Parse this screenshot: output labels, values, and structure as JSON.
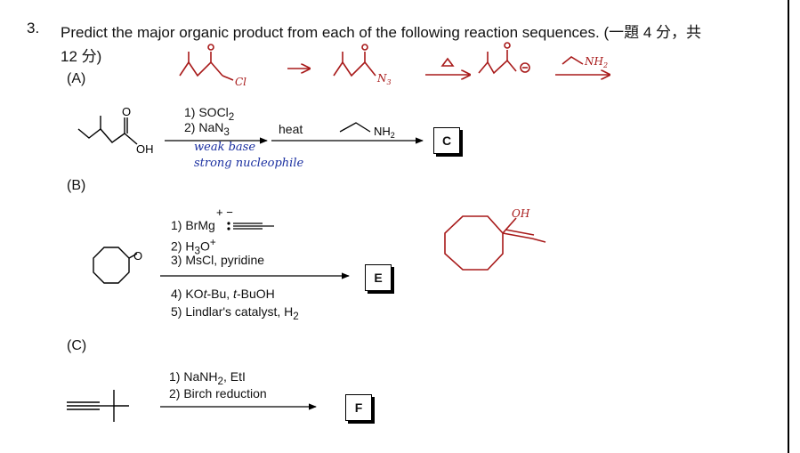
{
  "question": {
    "number": "3.",
    "text_line1": "Predict the major organic product from each of the following reaction sequences. (一題 4 分，共",
    "text_line2": "12 分)"
  },
  "sections": {
    "A": {
      "label": "(A)",
      "reagents": [
        "1) SOCl",
        "2) NaN"
      ],
      "heat": "heat",
      "amine_label": "NH",
      "product": "C",
      "notes": [
        "weak base",
        "strong nucleophile"
      ],
      "hand_labels": [
        "Cl",
        "N",
        "NH"
      ],
      "sm_labels": [
        "O",
        "OH"
      ]
    },
    "B": {
      "label": "(B)",
      "reagents_top": [
        "1) BrMg",
        "2) H",
        "3) MsCl, pyridine"
      ],
      "reagents_bottom": [
        "4) KO",
        "5) Lindlar's catalyst, H"
      ],
      "product": "E",
      "hand_label": "OH",
      "sm_label": "O"
    },
    "C": {
      "label": "(C)",
      "reagents": [
        "1) NaNH",
        "2) Birch reduction"
      ],
      "product": "F"
    }
  },
  "colors": {
    "handwriting_red": "#a81a1a",
    "handwriting_blue": "#1a2fa0"
  }
}
